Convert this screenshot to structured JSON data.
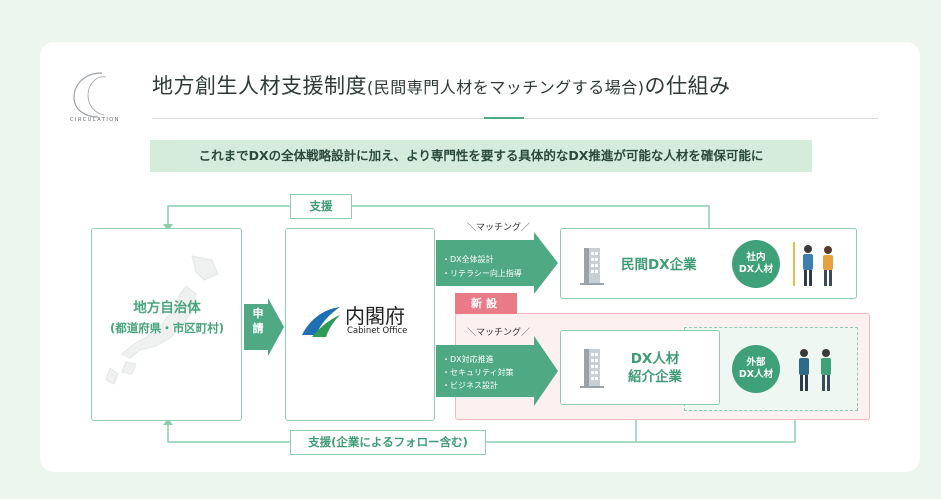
{
  "logo": {
    "text": "CIRCULATION"
  },
  "title": {
    "main_a": "地方創生人材支援制度",
    "main_b": "(民間専門人材をマッチングする場合)",
    "main_c": "の仕組み"
  },
  "banner": "これまでDXの全体戦略設計に加え、より専門性を要する具体的なDX推進が可能な人材を確保可能に",
  "local_gov": {
    "name": "地方自治体",
    "detail": "(都道府県・市区町村)"
  },
  "apply": {
    "c1": "申",
    "c2": "請"
  },
  "cabinet": {
    "name": "内閣府",
    "english": "Cabinet Office"
  },
  "support": {
    "top": "支援",
    "bottom": "支援(企業によるフォロー含む)"
  },
  "matching_top": {
    "label": "＼マッチング／",
    "bullets": [
      "・DX全体設計",
      "・リテラシー向上指導"
    ]
  },
  "matching_bottom": {
    "label": "＼マッチング／",
    "bullets": [
      "・DX対応推進",
      "・セキュリティ対策",
      "・ビジネス設計"
    ]
  },
  "private_company": {
    "name": "民間DX企業",
    "badge_l1": "社内",
    "badge_l2": "DX人材"
  },
  "new_tag": "新設",
  "staffing_company": {
    "name_l1": "DX人材",
    "name_l2": "紹介企業",
    "badge_l1": "外部",
    "badge_l2": "DX人材"
  },
  "colors": {
    "accent": "#3fa178",
    "light_green": "#d5ecdd",
    "border": "#8fcdb1",
    "new_pink": "#e97b89"
  }
}
